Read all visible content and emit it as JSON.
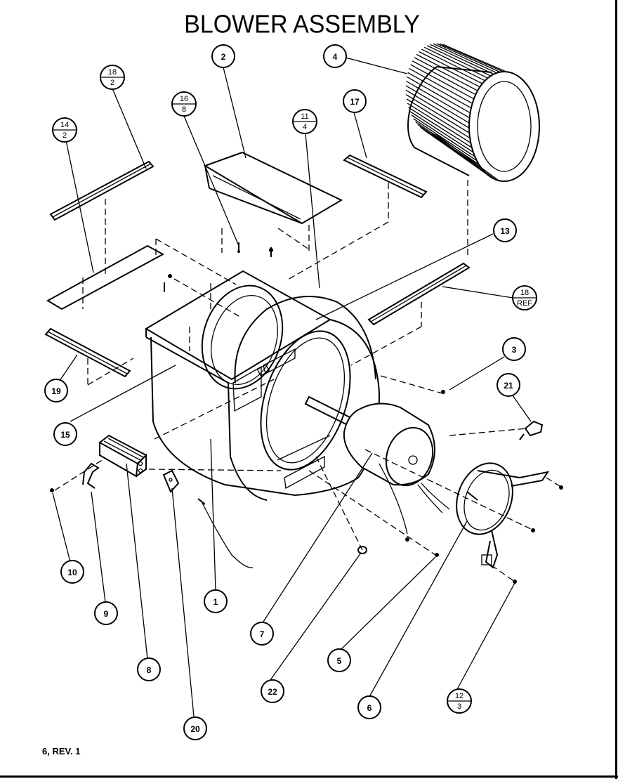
{
  "title": "BLOWER ASSEMBLY",
  "footer": "6, REV. 1",
  "callouts": [
    {
      "id": "c1",
      "label": "1"
    },
    {
      "id": "c2",
      "label": "2"
    },
    {
      "id": "c3",
      "label": "3"
    },
    {
      "id": "c4",
      "label": "4"
    },
    {
      "id": "c5",
      "label": "5"
    },
    {
      "id": "c6",
      "label": "6"
    },
    {
      "id": "c7",
      "label": "7"
    },
    {
      "id": "c8",
      "label": "8"
    },
    {
      "id": "c9",
      "label": "9"
    },
    {
      "id": "c10",
      "label": "10"
    },
    {
      "id": "c13",
      "label": "13"
    },
    {
      "id": "c15",
      "label": "15"
    },
    {
      "id": "c17",
      "label": "17"
    },
    {
      "id": "c19",
      "label": "19"
    },
    {
      "id": "c20",
      "label": "20"
    },
    {
      "id": "c21",
      "label": "21"
    },
    {
      "id": "c22",
      "label": "22"
    }
  ],
  "fraction_callouts": [
    {
      "id": "f18-2",
      "top": "18",
      "bottom": "2"
    },
    {
      "id": "f14-2",
      "top": "14",
      "bottom": "2"
    },
    {
      "id": "f16-8",
      "top": "16",
      "bottom": "8"
    },
    {
      "id": "f11-4",
      "top": "11",
      "bottom": "4"
    },
    {
      "id": "f18-ref",
      "top": "18",
      "bottom": "REF"
    },
    {
      "id": "f12-3",
      "top": "12",
      "bottom": "3"
    }
  ]
}
